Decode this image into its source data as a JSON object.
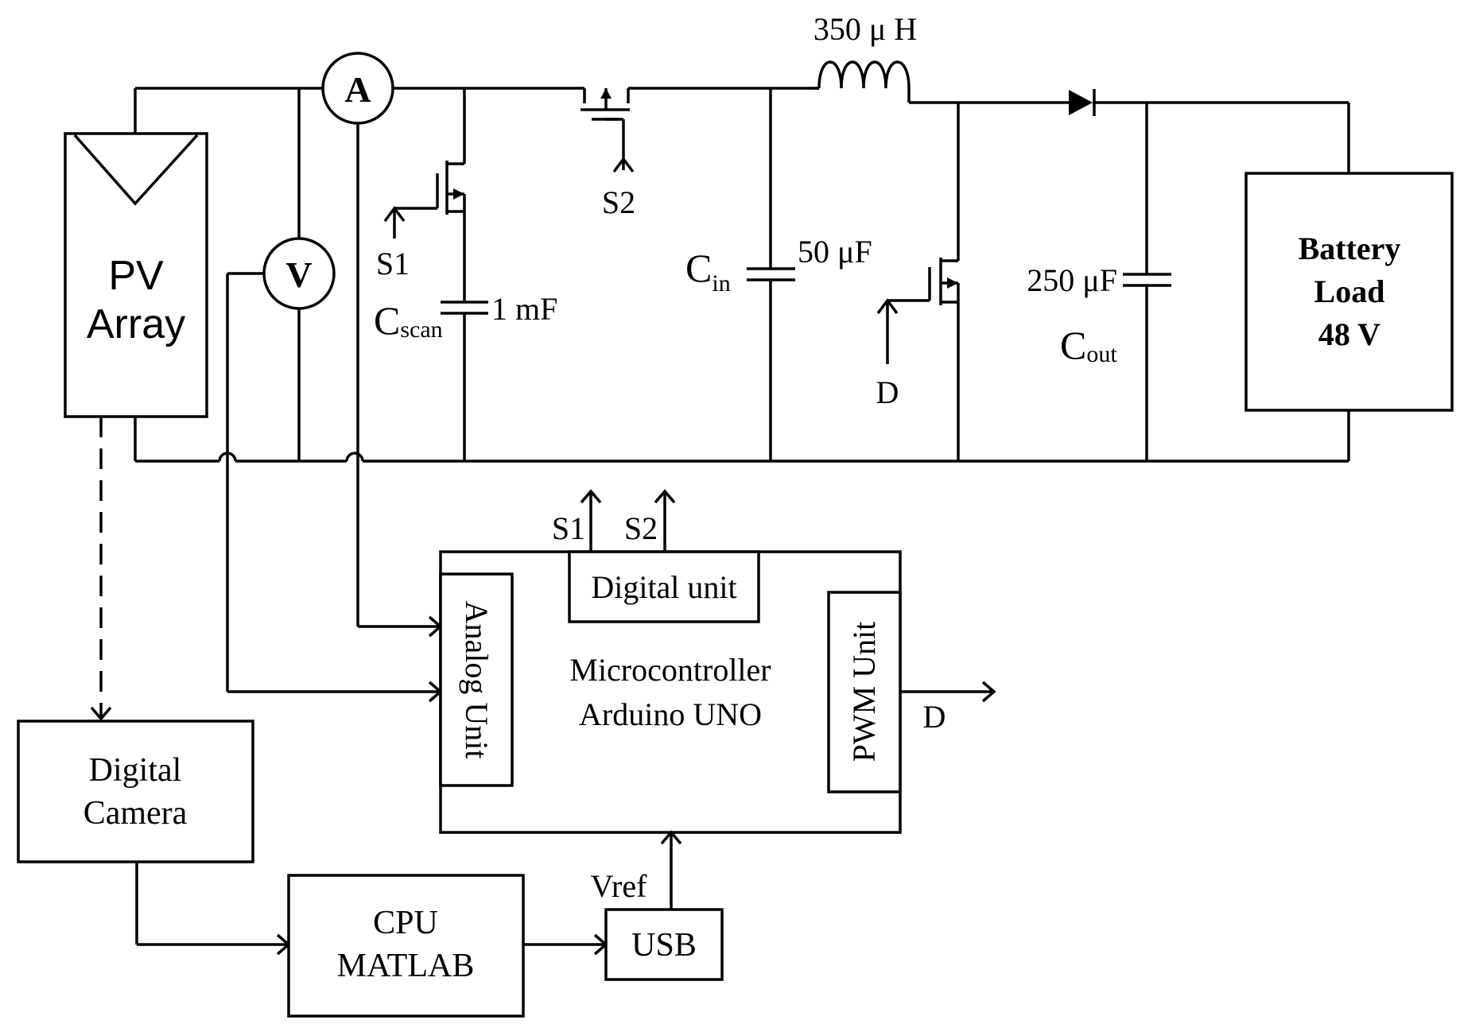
{
  "labels": {
    "pv_line1": "PV",
    "pv_line2": "Array",
    "ammeter": "A",
    "voltmeter": "V",
    "s1": "S1",
    "s2": "S2",
    "cscan_main": "C",
    "cscan_sub": "scan",
    "cscan_value": "1 mF",
    "inductor_value": "350 μ H",
    "cin_main": "C",
    "cin_sub": "in",
    "cin_value": "50 μF",
    "d": "D",
    "cout_value": "250 μF",
    "cout_main": "C",
    "cout_sub": "out",
    "battery_line1": "Battery",
    "battery_line2": "Load",
    "battery_line3": "48 V",
    "mcu_s1": "S1",
    "mcu_s2": "S2",
    "digital_unit": "Digital unit",
    "analog_unit": "Analog Unit",
    "pwm_unit": "PWM Unit",
    "mcu_line1": "Microcontroller",
    "mcu_line2": "Arduino UNO",
    "pwm_d": "D",
    "camera_line1": "Digital",
    "camera_line2": "Camera",
    "cpu_line1": "CPU",
    "cpu_line2": "MATLAB",
    "usb": "USB",
    "vref": "Vref"
  }
}
